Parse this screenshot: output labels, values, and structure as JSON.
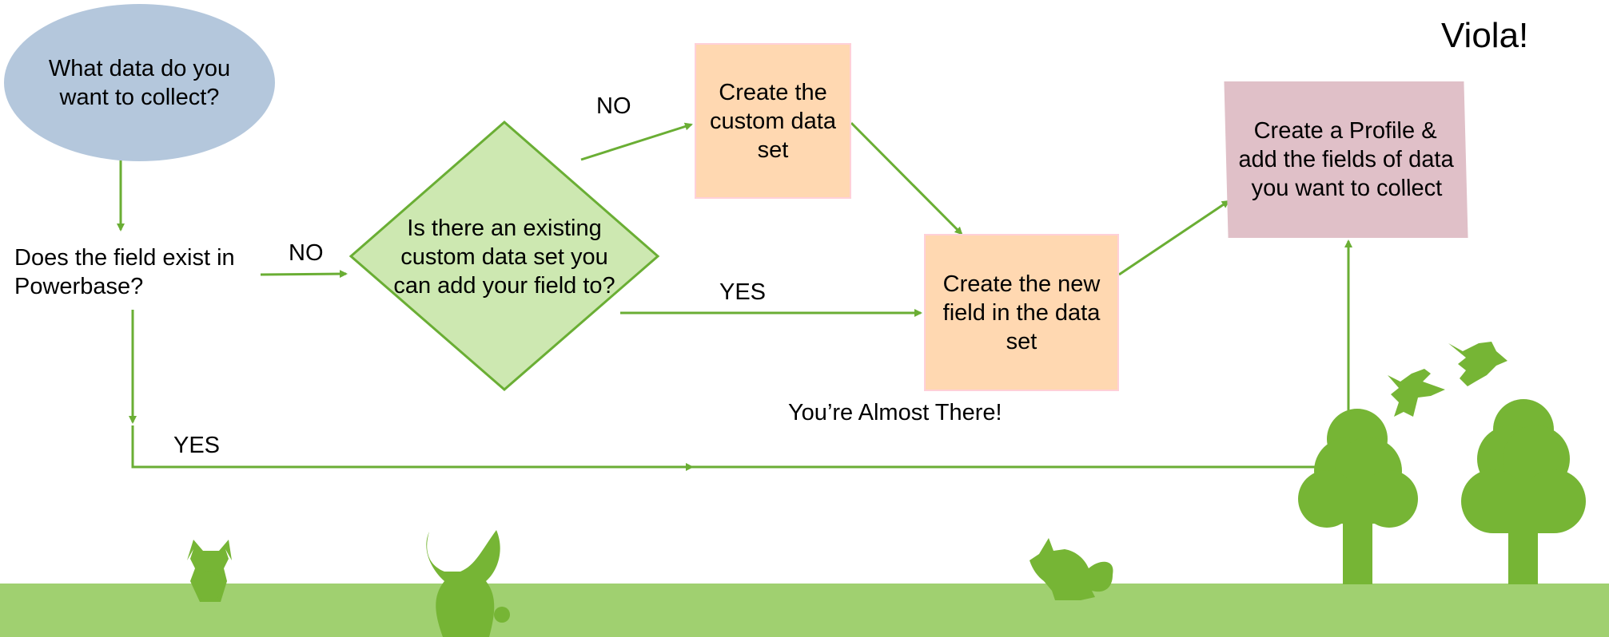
{
  "nodes": {
    "start": "What data do you want to collect?",
    "field_exists": "Does the field exist in Powerbase?",
    "custom_set_question": "Is there an existing custom data set you can add your field to?",
    "create_custom_set": "Create the custom data set",
    "create_field": "Create the new field in the data set",
    "create_profile": "Create a Profile & add the fields of data you want to collect"
  },
  "edge_labels": {
    "no_1": "NO",
    "no_2": "NO",
    "yes_1": "YES",
    "yes_2": "YES"
  },
  "notes": {
    "almost_there": "You’re Almost There!",
    "viola": "Viola!"
  },
  "colors": {
    "arrow_green": "#6aae34",
    "ground_green": "#a0d070",
    "silhouette_green": "#76b535",
    "diamond_fill": "#cde8b1",
    "start_fill": "#b4c7dc",
    "orange_fill": "#ffd8b1",
    "pink_fill": "#e0c0c8"
  }
}
